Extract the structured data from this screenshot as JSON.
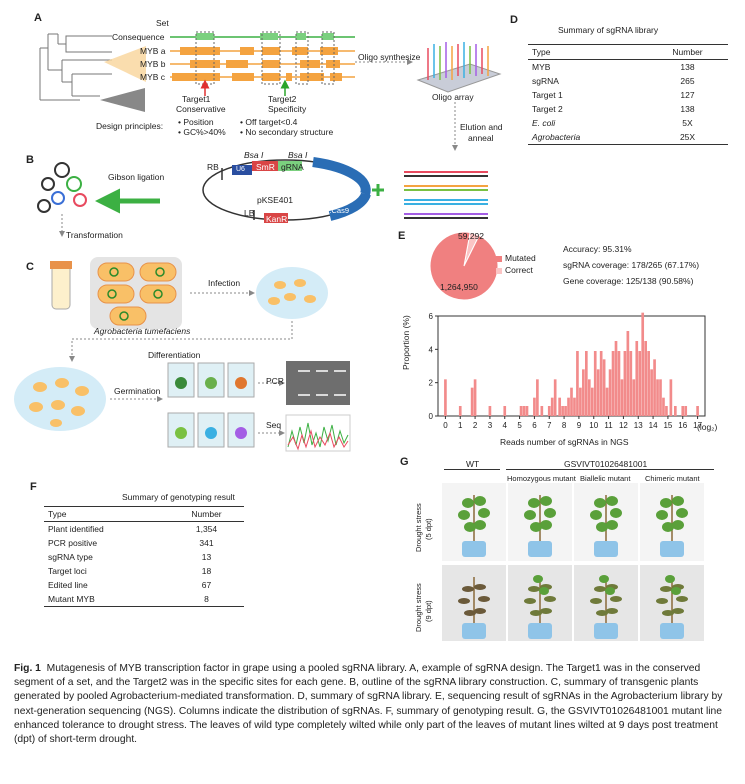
{
  "panels": {
    "a": "A",
    "b": "B",
    "c": "C",
    "d": "D",
    "e": "E",
    "f": "F",
    "g": "G"
  },
  "panel_a": {
    "set_label": "Set",
    "consequence_label": "Consequence",
    "genes": [
      "MYB a",
      "MYB b",
      "MYB c"
    ],
    "target1": "Target1",
    "target1_sub": "Conservative",
    "target2": "Target2",
    "target2_sub": "Specificity",
    "design_title": "Design principles:",
    "design_items": [
      "• Position",
      "• GC%>40%",
      "• Off target<0.4",
      "• No secondary structure"
    ],
    "oligo_synthesize": "Oligo synthesize",
    "oligo_array": "Oligo array",
    "elution": "Elution and",
    "anneal": "anneal"
  },
  "panel_b": {
    "gibson": "Gibson ligation",
    "bsa1": "Bsa I",
    "bsa2": "Bsa I",
    "rb": "RB",
    "lb": "LB",
    "smr": "SmR",
    "grna": "gRNA",
    "plasmid": "pKSE401",
    "kanr": "KanR",
    "u6": "U6",
    "cas9": "35S::Cas9",
    "transformation": "Transformation"
  },
  "panel_c": {
    "infection": "Infection",
    "agro": "Agrobacteria tumefaciens",
    "differentiation": "Differentiation",
    "germination": "Germination",
    "pcr": "PCR",
    "seq": "Seq"
  },
  "panel_d": {
    "title": "Summary of sgRNA library",
    "headers": [
      "Type",
      "Number"
    ],
    "rows": [
      [
        "MYB",
        "138"
      ],
      [
        "sgRNA",
        "265"
      ],
      [
        "Target 1",
        "127"
      ],
      [
        "Target 2",
        "138"
      ],
      [
        "E. coli",
        "5X"
      ],
      [
        "Agrobacteria",
        "25X"
      ]
    ]
  },
  "panel_e": {
    "pie": {
      "mutated": 59292,
      "correct": 1264950,
      "mutated_label": "59,292",
      "correct_label": "1,264,950",
      "legend_mutated": "Mutated",
      "legend_correct": "Correct",
      "color_mutated": "#f08080",
      "color_correct": "#fbc4c4"
    },
    "stats": [
      "Accuracy: 95.31%",
      "sgRNA coverage: 178/265 (67.17%)",
      "Gene coverage: 125/138 (90.58%)"
    ]
  },
  "chart_data": {
    "type": "bar",
    "xlabel": "Reads number of sgRNAs in NGS",
    "x_unit": "(log₂)",
    "ylabel": "Proportion (%)",
    "xlim": [
      -0.5,
      17.5
    ],
    "ylim": [
      0,
      6
    ],
    "xticks": [
      0,
      1,
      2,
      3,
      4,
      5,
      6,
      7,
      8,
      9,
      10,
      11,
      12,
      13,
      14,
      15,
      16,
      17
    ],
    "yticks": [
      0,
      2,
      4,
      6
    ],
    "bar_color": "#f28b8b",
    "x": [
      0,
      1,
      1.8,
      2,
      3,
      4,
      5.1,
      5.3,
      5.5,
      6,
      6.2,
      6.5,
      7,
      7.2,
      7.4,
      7.7,
      7.9,
      8.1,
      8.3,
      8.5,
      8.7,
      8.9,
      9.1,
      9.3,
      9.5,
      9.7,
      9.9,
      10.1,
      10.3,
      10.5,
      10.7,
      10.9,
      11.1,
      11.3,
      11.5,
      11.7,
      11.9,
      12.1,
      12.3,
      12.5,
      12.7,
      12.9,
      13.1,
      13.3,
      13.5,
      13.7,
      13.9,
      14.1,
      14.3,
      14.5,
      14.7,
      14.9,
      15.2,
      15.5,
      16,
      16.2,
      17
    ],
    "values": [
      2.2,
      0.6,
      1.7,
      2.2,
      0.6,
      0.6,
      0.6,
      0.6,
      0.6,
      1.1,
      2.2,
      0.6,
      0.6,
      1.1,
      2.2,
      1.1,
      0.6,
      0.6,
      1.1,
      1.7,
      1.1,
      3.9,
      1.7,
      2.8,
      3.9,
      2.2,
      1.7,
      3.9,
      2.8,
      3.9,
      3.4,
      1.7,
      2.8,
      3.9,
      4.5,
      3.9,
      2.2,
      3.9,
      5.1,
      3.9,
      2.2,
      4.5,
      3.9,
      6.2,
      4.5,
      3.9,
      2.8,
      3.4,
      2.2,
      2.2,
      1.1,
      0.6,
      2.2,
      0.6,
      0.6,
      0.6,
      0.6
    ]
  },
  "panel_f": {
    "title": "Summary of genotyping result",
    "headers": [
      "Type",
      "Number"
    ],
    "rows": [
      [
        "Plant identified",
        "1,354"
      ],
      [
        "PCR positive",
        "341"
      ],
      [
        "sgRNA type",
        "13"
      ],
      [
        "Target loci",
        "18"
      ],
      [
        "Edited line",
        "67"
      ],
      [
        "Mutant MYB",
        "8"
      ]
    ]
  },
  "panel_g": {
    "wt": "WT",
    "gene": "GSVIVT01026481001",
    "cols": [
      "Homozygous mutant",
      "Biallelic mutant",
      "Chimeric mutant"
    ],
    "row1": "Drought stress",
    "row1_sub": "(5 dpt)",
    "row2": "Drought stress",
    "row2_sub": "(9 dpt)"
  },
  "caption": {
    "label": "Fig. 1",
    "text": "Mutagenesis of MYB transcription factor in grape using a pooled sgRNA library. A, example of sgRNA design. The Target1 was in the conserved segment of a set, and the Target2 was in the specific sites for each gene. B, outline of the sgRNA library construction. C, summary of transgenic plants generated by pooled Agrobacterium-mediated transformation. D, summary of sgRNA library. E, sequencing result of sgRNAs in the Agrobacterium library by next-generation sequencing (NGS). Columns indicate the distribution of sgRNAs. F, summary of genotyping result. G, the GSVIVT01026481001 mutant line enhanced tolerance to drought stress. The leaves of wild type completely wilted while only part of the leaves of mutant lines wilted at 9 days post treatment (dpt) of short-term drought."
  }
}
